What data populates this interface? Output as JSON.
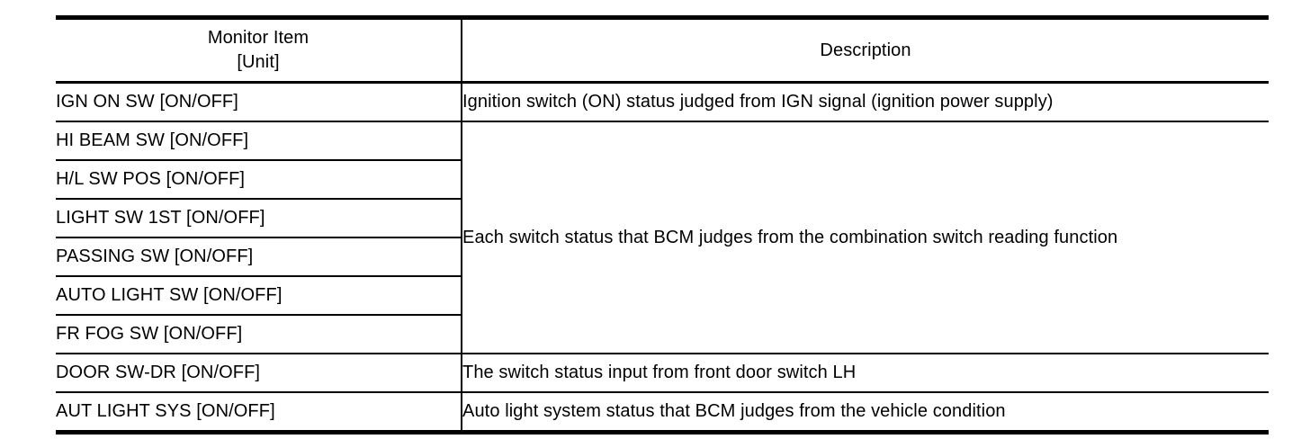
{
  "colors": {
    "background": "#ffffff",
    "text": "#000000",
    "border": "#000000"
  },
  "table": {
    "header": {
      "monitor_item_line1": "Monitor Item",
      "monitor_item_line2": "[Unit]",
      "description": "Description"
    },
    "rows": [
      {
        "item": "IGN ON SW [ON/OFF]",
        "description": "Ignition switch (ON) status judged from IGN signal (ignition power supply)"
      },
      {
        "item": "HI BEAM SW [ON/OFF]",
        "description": "Each switch status that BCM judges from the combination switch reading function",
        "description_rowspan": 6
      },
      {
        "item": "H/L SW POS [ON/OFF]"
      },
      {
        "item": "LIGHT SW 1ST [ON/OFF]"
      },
      {
        "item": "PASSING SW [ON/OFF]"
      },
      {
        "item": "AUTO LIGHT SW [ON/OFF]"
      },
      {
        "item": "FR FOG SW [ON/OFF]"
      },
      {
        "item": "DOOR SW-DR [ON/OFF]",
        "description": "The switch status input from front door switch LH"
      },
      {
        "item": "AUT LIGHT SYS [ON/OFF]",
        "description": "Auto light system status that BCM judges from the vehicle condition"
      }
    ]
  }
}
